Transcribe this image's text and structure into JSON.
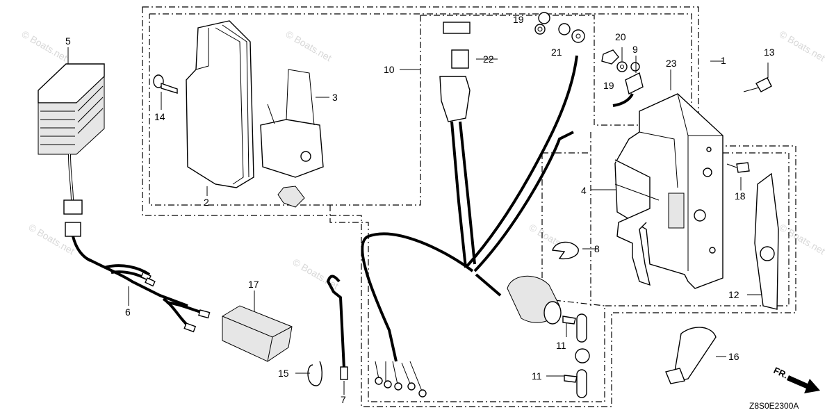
{
  "diagram": {
    "code": "Z8S0E2300A",
    "direction_label": "FR.",
    "watermark": "© Boats.net",
    "callouts": [
      "1",
      "2",
      "3",
      "4",
      "5",
      "6",
      "7",
      "8",
      "9",
      "10",
      "11",
      "11",
      "12",
      "13",
      "14",
      "15",
      "16",
      "17",
      "18",
      "19",
      "19",
      "20",
      "21",
      "22",
      "23"
    ]
  }
}
